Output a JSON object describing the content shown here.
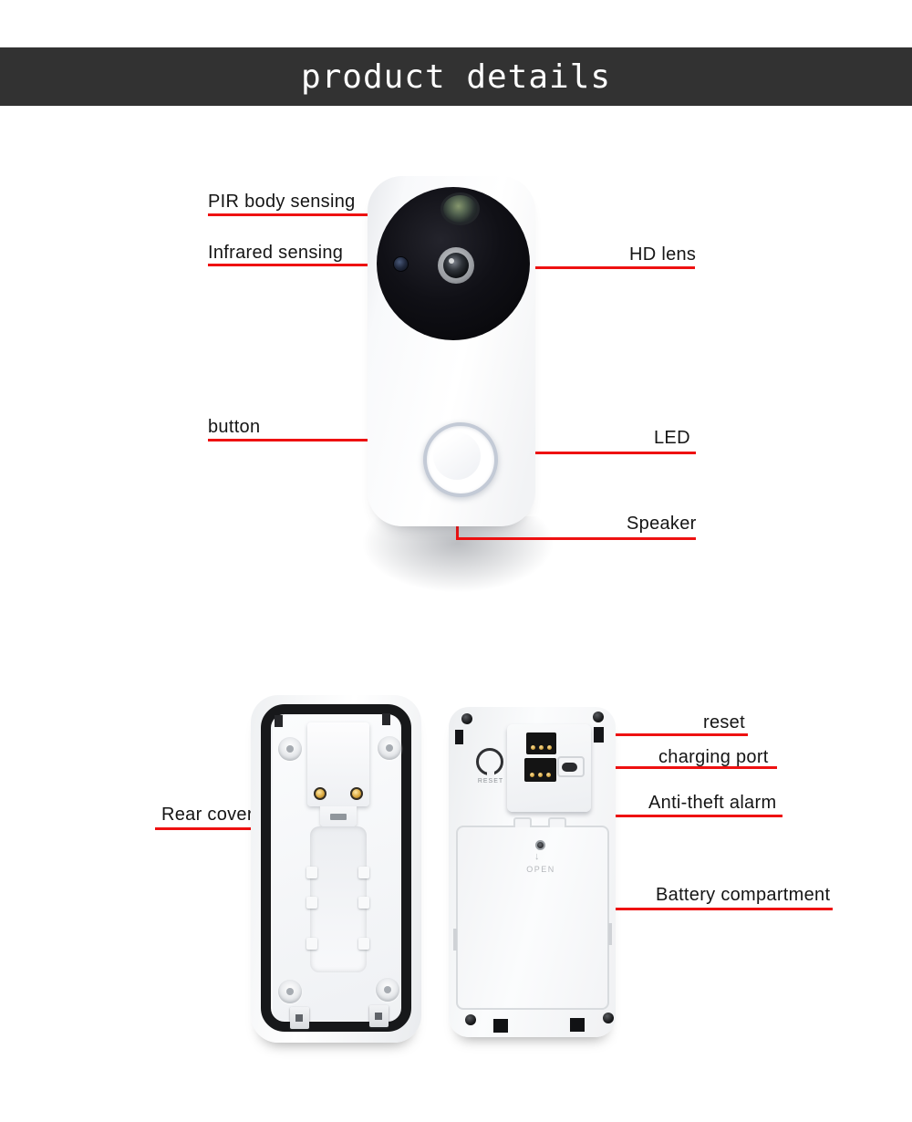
{
  "banner": {
    "title": "product details"
  },
  "front_section": {
    "callouts": {
      "pir": "PIR body sensing",
      "infrared": "Infrared sensing",
      "hd_lens": "HD lens",
      "button": "button",
      "led": "LED",
      "speaker": "Speaker"
    }
  },
  "rear_section": {
    "callouts": {
      "rear_cover": "Rear cover",
      "reset": "reset",
      "charging_port": "charging port",
      "anti_theft": "Anti-theft alarm",
      "battery": "Battery compartment"
    },
    "device_markings": {
      "reset_text": "RESET",
      "open_arrow": "↓",
      "open_text": "OPEN"
    }
  },
  "colors": {
    "banner_background": "#323232",
    "banner_text": "#ffffff",
    "callout_line_red": "#ee1111",
    "label_text": "#151515"
  }
}
